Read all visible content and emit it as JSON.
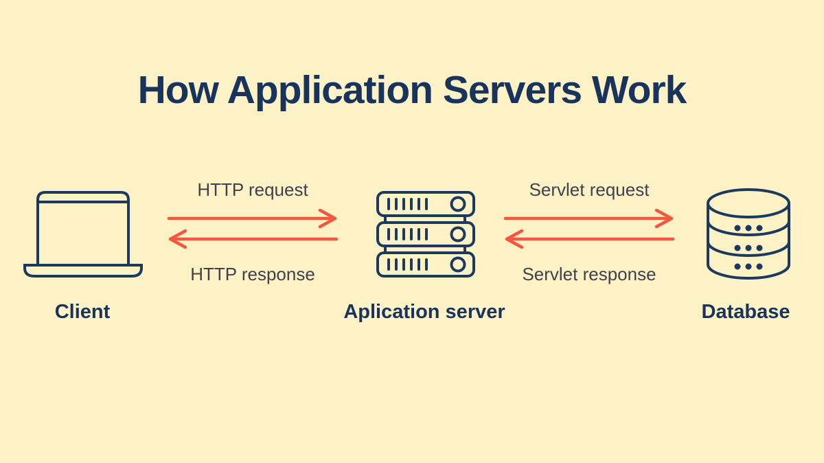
{
  "title": "How Application Servers Work",
  "colors": {
    "background": "#FDF2C6",
    "navy": "#18335C",
    "icon_stroke": "#1D3A5E",
    "arrow": "#F4563F",
    "flow_label": "#413F4D"
  },
  "nodes": [
    {
      "id": "client",
      "label": "Client",
      "icon": "laptop-icon"
    },
    {
      "id": "app-server",
      "label": "Aplication server",
      "icon": "server-rack-icon"
    },
    {
      "id": "database",
      "label": "Database",
      "icon": "database-icon"
    }
  ],
  "flows": [
    {
      "from": "client",
      "to": "app-server",
      "request_label": "HTTP request",
      "response_label": "HTTP response"
    },
    {
      "from": "app-server",
      "to": "database",
      "request_label": "Servlet request",
      "response_label": "Servlet response"
    }
  ]
}
